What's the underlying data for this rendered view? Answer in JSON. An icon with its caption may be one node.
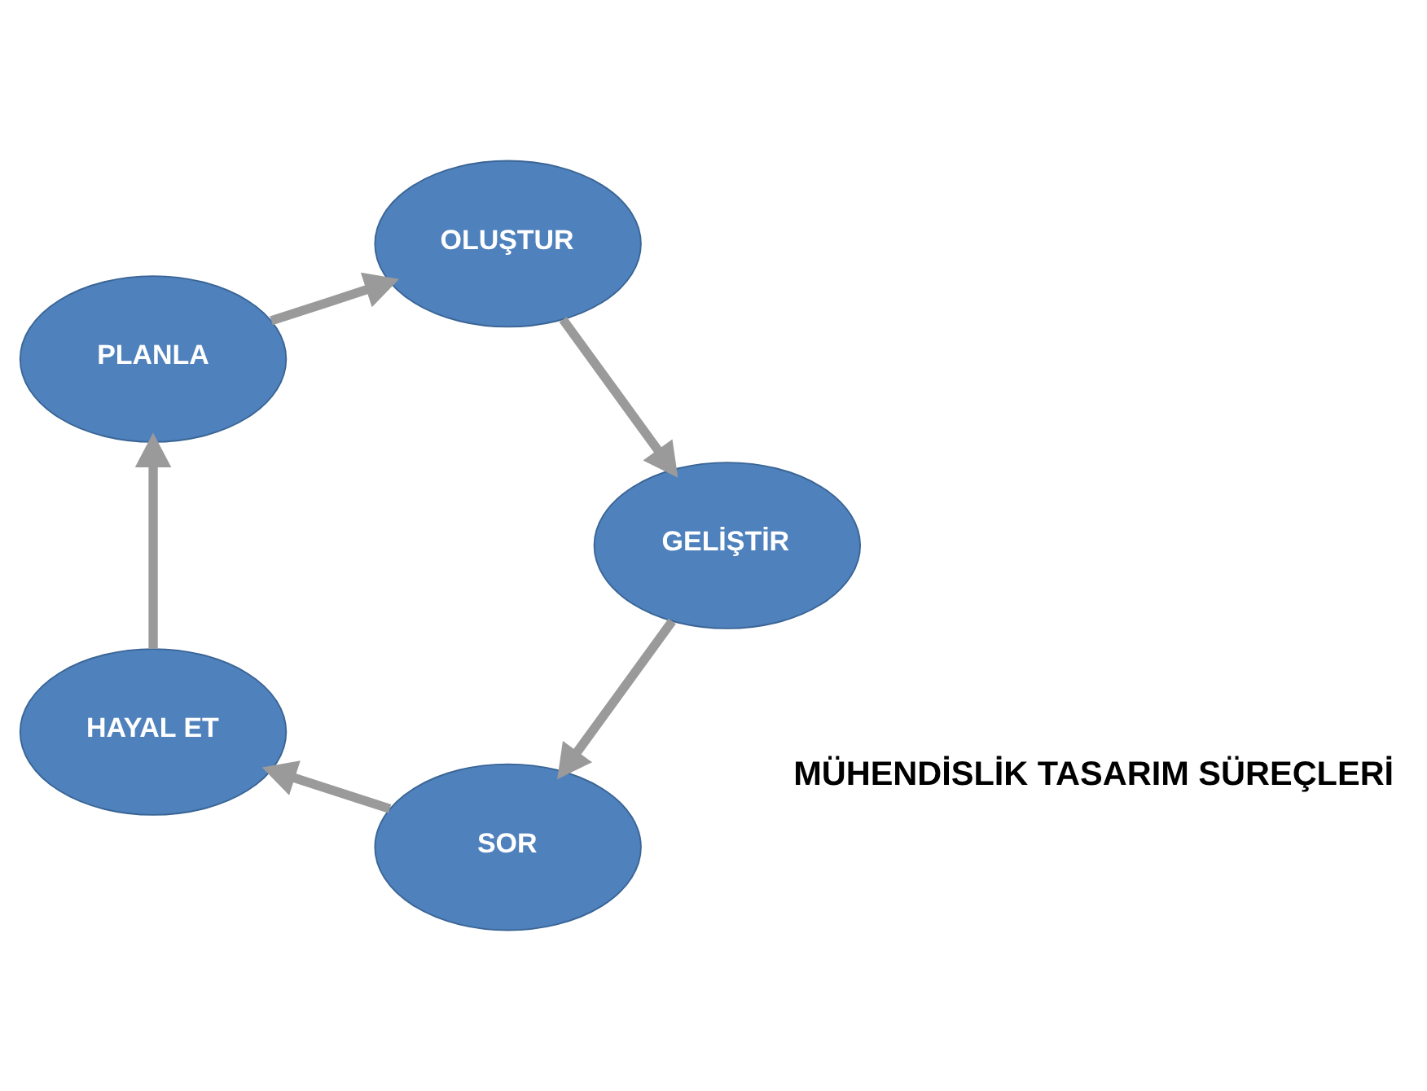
{
  "diagram": {
    "nodes": [
      {
        "text": [
          "SOR"
        ]
      },
      {
        "text": [
          "HAYAL ET"
        ]
      },
      {
        "text": [
          "PLANLA"
        ]
      },
      {
        "text": [
          "OLUŞTUR"
        ]
      },
      {
        "text": [
          "GELİŞTİR"
        ]
      }
    ],
    "edges": [
      {
        "from": 0,
        "to": 1,
        "arrow": "to"
      },
      {
        "from": 1,
        "to": 2,
        "arrow": "to"
      },
      {
        "from": 2,
        "to": 3,
        "arrow": "to"
      },
      {
        "from": 3,
        "to": 4,
        "arrow": "to"
      },
      {
        "from": 4,
        "to": 0,
        "arrow": "to"
      }
    ],
    "labels": [
      "MÜHENDİSLİK TASARIM SÜREÇLERİ"
    ]
  }
}
